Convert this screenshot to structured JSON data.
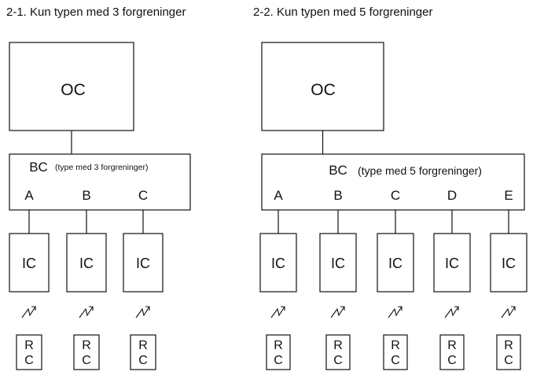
{
  "diagrams": [
    {
      "title": "2-1. Kun typen med 3 forgreninger",
      "oc": "OC",
      "bc_label": "BC",
      "bc_note": "(type med 3 forgreninger)",
      "branches": [
        "A",
        "B",
        "C"
      ],
      "ic": "IC",
      "rc": [
        "R",
        "C"
      ]
    },
    {
      "title": "2-2. Kun typen med 5 forgreninger",
      "oc": "OC",
      "bc_label": "BC",
      "bc_note": "(type med 5 forgreninger)",
      "branches": [
        "A",
        "B",
        "C",
        "D",
        "E"
      ],
      "ic": "IC",
      "rc": [
        "R",
        "C"
      ]
    }
  ]
}
